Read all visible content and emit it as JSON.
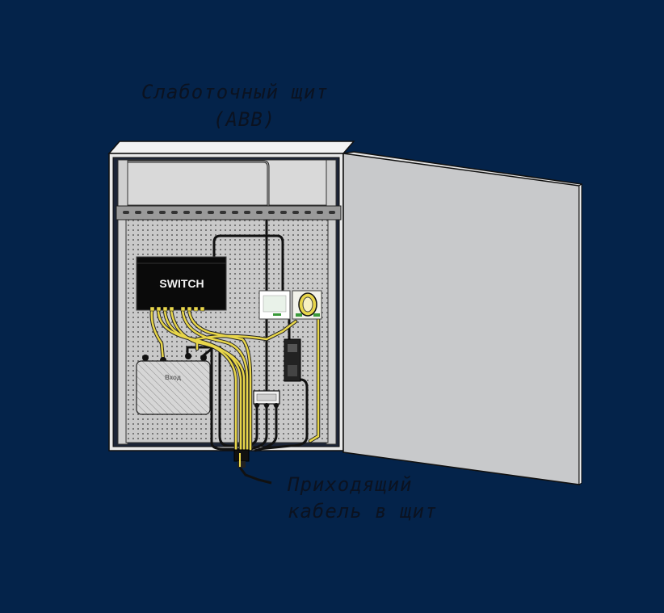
{
  "labels": {
    "panel_title_line1": "Слаботочный щит",
    "panel_title_line2": "(ABB)",
    "switch_label": "SWITCH",
    "router_label": "Вход",
    "cable_label_line1": "Приходящий",
    "cable_label_line2": "кабель в щит"
  },
  "colors": {
    "background": "#04234a",
    "text": "#0b1220",
    "cable_yellow": "#e8d64a",
    "cable_black": "#111111",
    "door": "#c8c9cb",
    "mounting_plate": "#c9c9c9"
  }
}
